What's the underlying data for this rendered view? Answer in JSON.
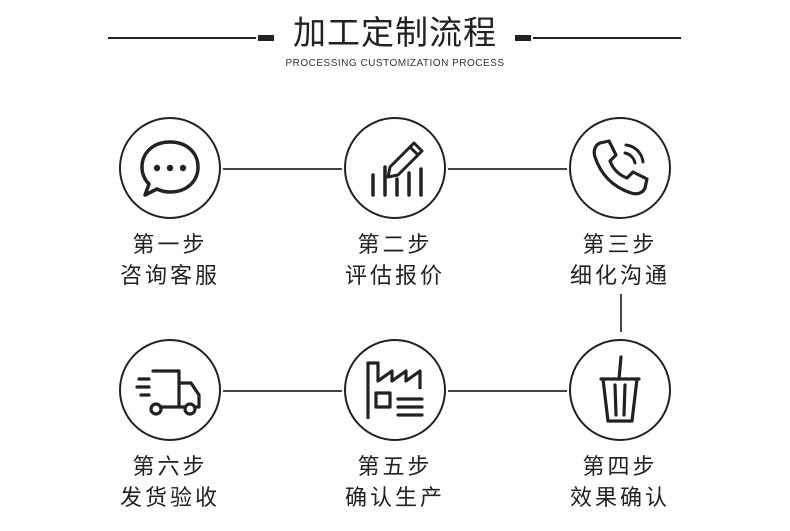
{
  "header": {
    "title": "加工定制流程",
    "subtitle": "PROCESSING CUSTOMIZATION PROCESS"
  },
  "steps": [
    {
      "number": "第一步",
      "name": "咨询客服",
      "icon": "chat-bubble-icon"
    },
    {
      "number": "第二步",
      "name": "评估报价",
      "icon": "chart-pencil-icon"
    },
    {
      "number": "第三步",
      "name": "细化沟通",
      "icon": "phone-call-icon"
    },
    {
      "number": "第四步",
      "name": "效果确认",
      "icon": "cup-straw-icon"
    },
    {
      "number": "第五步",
      "name": "确认生产",
      "icon": "factory-icon"
    },
    {
      "number": "第六步",
      "name": "发货验收",
      "icon": "delivery-truck-icon"
    }
  ],
  "colors": {
    "ink": "#222222",
    "background": "#ffffff"
  }
}
